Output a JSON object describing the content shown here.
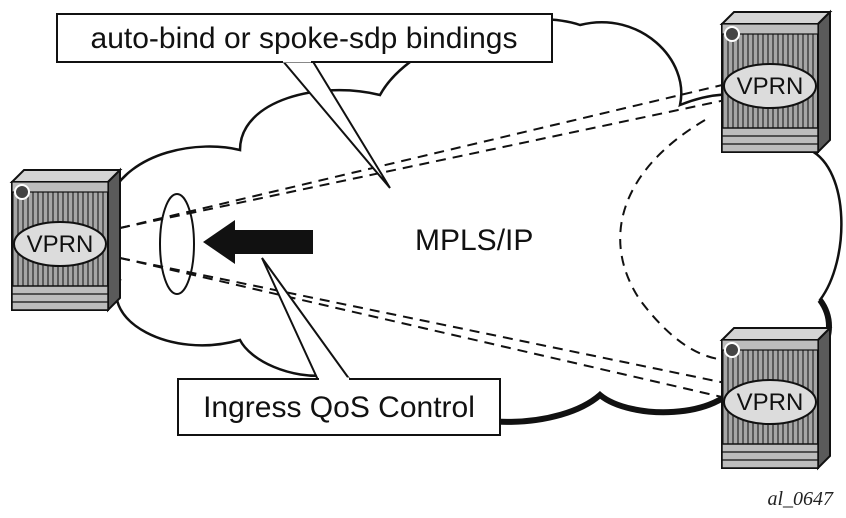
{
  "callouts": {
    "top": "auto-bind or spoke-sdp bindings",
    "bottom": "Ingress QoS Control"
  },
  "network_label": "MPLS/IP",
  "routers": [
    {
      "label": "VPRN"
    },
    {
      "label": "VPRN"
    },
    {
      "label": "VPRN"
    }
  ],
  "figure_id": "al_0647",
  "colors": {
    "line": "#111111",
    "router_face": "#9c9c9c",
    "router_side": "#5e5e5e",
    "router_top": "#cfcfcf",
    "router_ellipse": "#d8d8d8",
    "background": "#ffffff"
  }
}
